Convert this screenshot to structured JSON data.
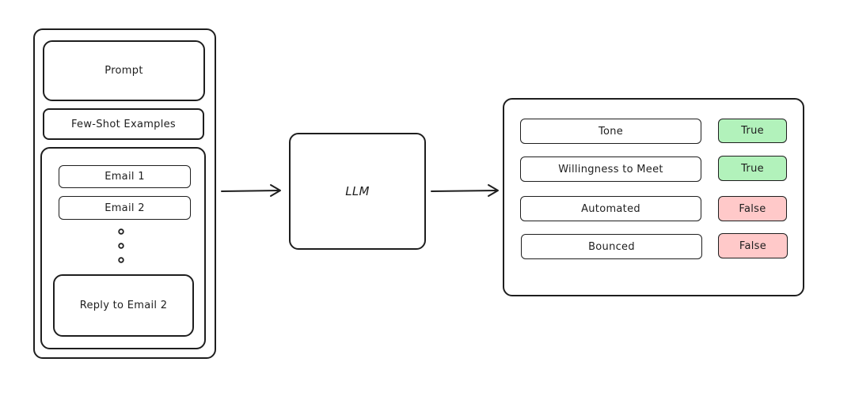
{
  "left_panel": {
    "prompt": "Prompt",
    "few_shot": "Few-Shot Examples",
    "emails": [
      "Email 1",
      "Email 2"
    ],
    "reply": "Reply to Email 2"
  },
  "center": {
    "llm": "LLM"
  },
  "output": {
    "rows": [
      {
        "label": "Tone",
        "value": "True",
        "status": "true"
      },
      {
        "label": "Willingness to Meet",
        "value": "True",
        "status": "true"
      },
      {
        "label": "Automated",
        "value": "False",
        "status": "false"
      },
      {
        "label": "Bounced",
        "value": "False",
        "status": "false"
      }
    ]
  },
  "colors": {
    "true_fill": "#b2f2bb",
    "false_fill": "#ffc9c9",
    "stroke": "#1e1e1e"
  }
}
